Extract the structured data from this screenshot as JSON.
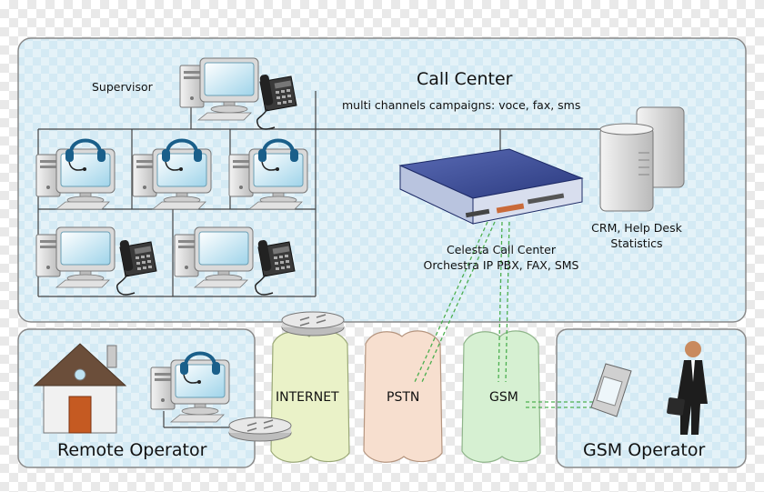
{
  "call_center": {
    "title": "Call Center",
    "subtitle": "multi channels campaigns: voce, fax, sms",
    "supervisor_label": "Supervisor"
  },
  "pbx": {
    "line1": "Celesta Call Center",
    "line2": "Orchestra IP PBX, FAX, SMS"
  },
  "crm": {
    "line1": "CRM, Help Desk",
    "line2": "Statistics"
  },
  "networks": {
    "internet": "INTERNET",
    "pstn": "PSTN",
    "gsm": "GSM"
  },
  "remote_operator_label": "Remote Operator",
  "gsm_operator_label": "GSM Operator",
  "colors": {
    "panel_fill": "#d6ecf5",
    "panel_border": "#8a8a8a",
    "internet_cloud": "#eaf2c8",
    "pstn_cloud": "#f7dfcf",
    "gsm_cloud": "#d6f0d2",
    "link_dash": "#4caf50"
  }
}
